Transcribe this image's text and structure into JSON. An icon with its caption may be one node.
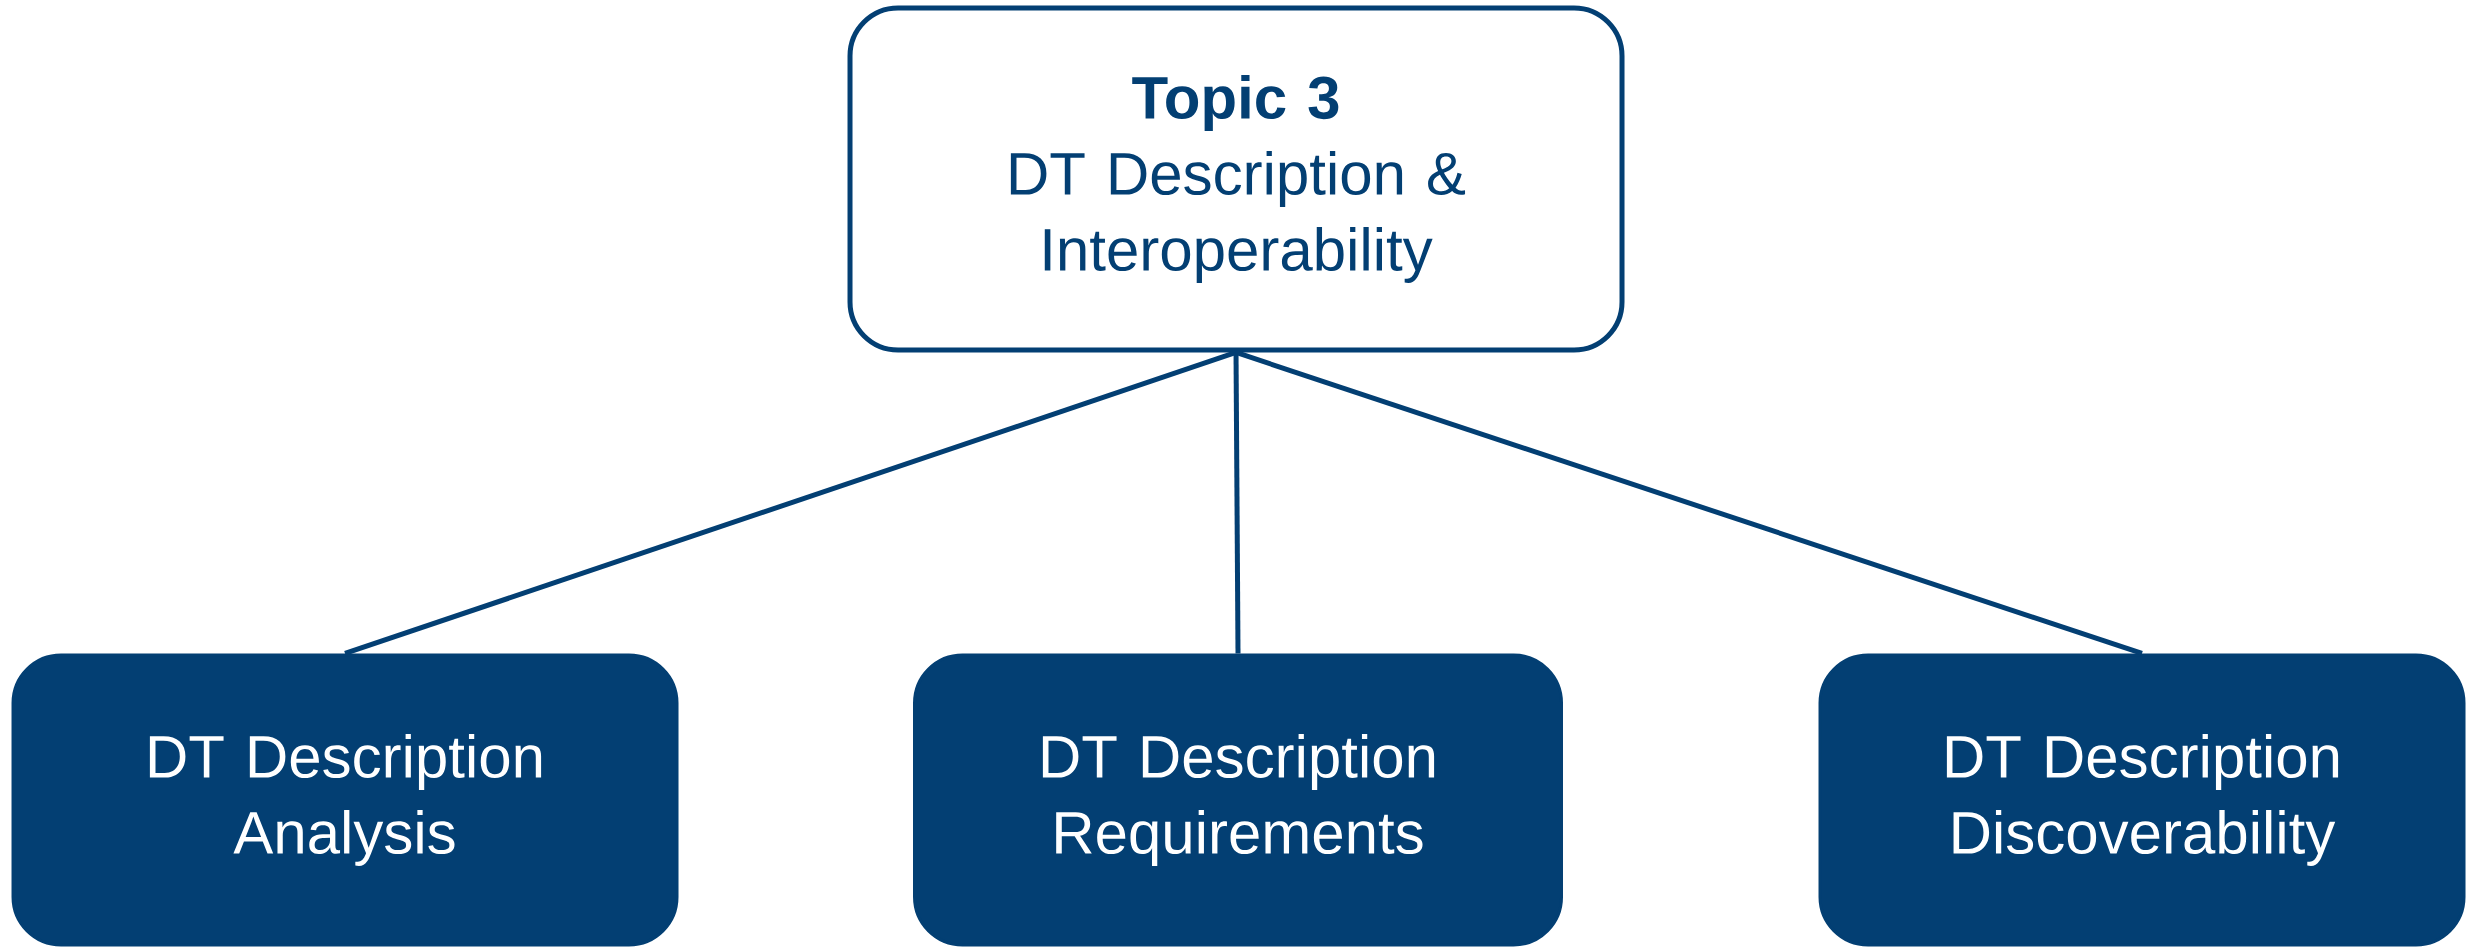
{
  "diagram": {
    "nodes": [
      {
        "text": [
          "Topic 3",
          "DT Description & Interoperability"
        ]
      },
      {
        "text": [
          "DT Description Analysis"
        ]
      },
      {
        "text": [
          "DT Description Requirements"
        ]
      },
      {
        "text": [
          "DT Description Discoverability"
        ]
      }
    ],
    "edges": [
      {
        "from": 0,
        "to": 1,
        "arrow": "none"
      },
      {
        "from": 0,
        "to": 2,
        "arrow": "none"
      },
      {
        "from": 0,
        "to": 3,
        "arrow": "none"
      }
    ]
  }
}
